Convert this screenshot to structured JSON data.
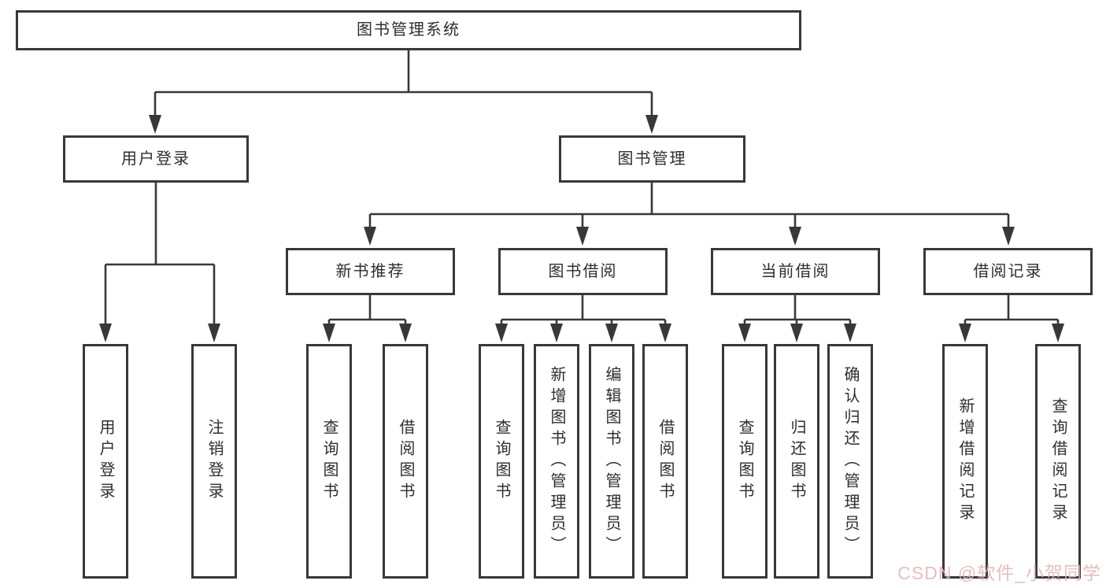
{
  "diagram": {
    "root": {
      "label": "图书管理系统"
    },
    "level2": [
      {
        "label": "用户登录"
      },
      {
        "label": "图书管理"
      }
    ],
    "level3": [
      {
        "label": "新书推荐"
      },
      {
        "label": "图书借阅"
      },
      {
        "label": "当前借阅"
      },
      {
        "label": "借阅记录"
      }
    ],
    "leaves": [
      {
        "label": "用户登录"
      },
      {
        "label": "注销登录"
      },
      {
        "label": "查询图书"
      },
      {
        "label": "借阅图书"
      },
      {
        "label": "查询图书"
      },
      {
        "label": "新增图书（管理员）"
      },
      {
        "label": "编辑图书（管理员）"
      },
      {
        "label": "借阅图书"
      },
      {
        "label": "查询图书"
      },
      {
        "label": "归还图书"
      },
      {
        "label": "确认归还（管理员）"
      },
      {
        "label": "新增借阅记录"
      },
      {
        "label": "查询借阅记录"
      }
    ],
    "colors": {
      "line": "#383838",
      "box_border": "#383838",
      "text": "#2e2e2e",
      "watermark": "#e2b3b3"
    }
  },
  "watermark": {
    "text": "CSDN @软件_小贺同学"
  }
}
